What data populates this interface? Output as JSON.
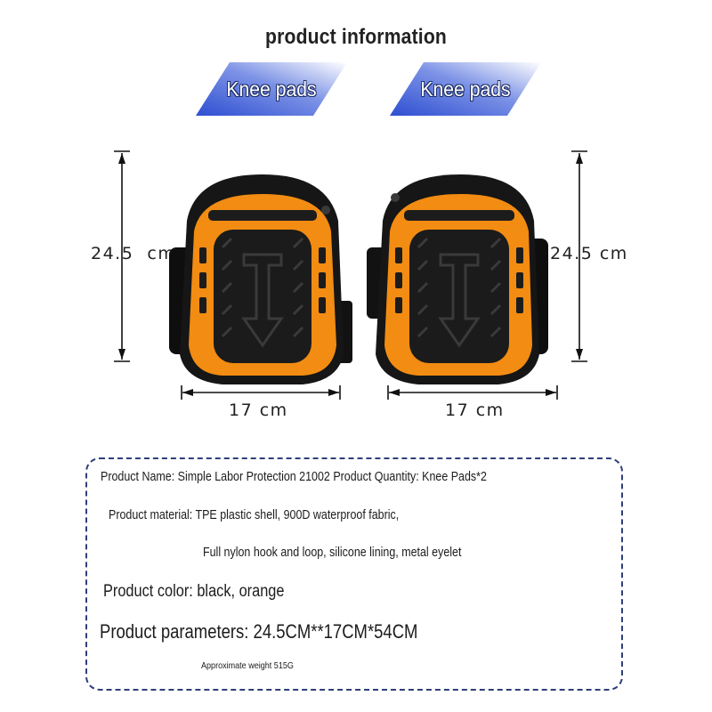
{
  "header": {
    "title": "product information"
  },
  "banners": [
    {
      "label": "Knee pads"
    },
    {
      "label": "Knee pads"
    }
  ],
  "dimensions": {
    "left_height": "24.5  cm",
    "right_height": "24.5 cm",
    "left_width": "17 cm",
    "right_width": "17 cm"
  },
  "colors": {
    "banner_blue": "#3a5fd6",
    "pad_orange": "#f28c12",
    "pad_black": "#161616",
    "box_border": "#2e3f78"
  },
  "info": {
    "line1": "Product Name: Simple Labor Protection 21002   Product Quantity: Knee Pads*2",
    "line2": "Product material: TPE plastic shell, 900D waterproof fabric,",
    "line3": "Full nylon hook and loop, silicone lining, metal eyelet",
    "line4": "Product color: black, orange",
    "line5": "Product parameters: 24.5CM**17CM*54CM",
    "line6": "Approximate weight 515G"
  }
}
